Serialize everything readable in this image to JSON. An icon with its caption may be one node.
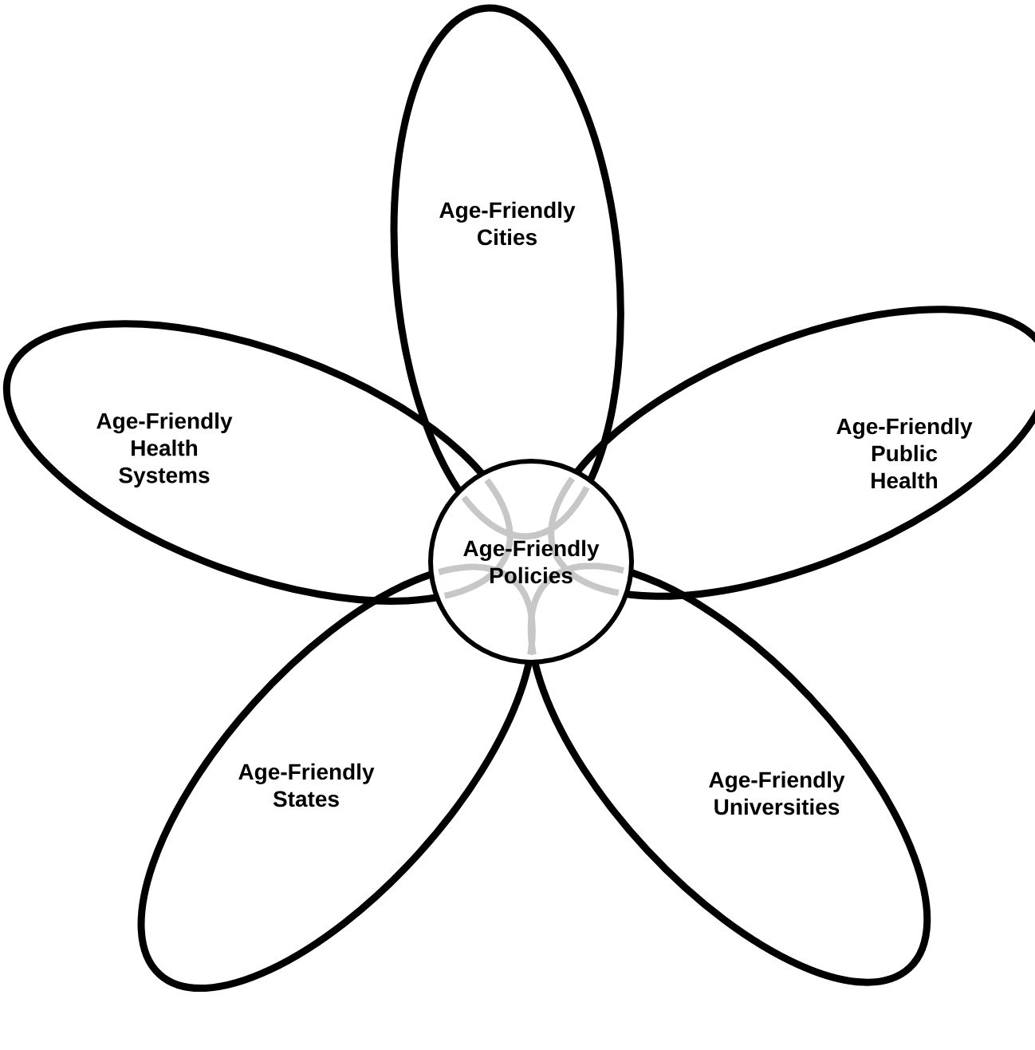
{
  "diagram": {
    "nodes": [
      {
        "text": [
          "Age-Friendly Cities"
        ]
      },
      {
        "text": [
          "Age-Friendly Health Systems"
        ]
      },
      {
        "text": [
          "Age-Friendly Public Health"
        ]
      },
      {
        "text": [
          "Age-Friendly Policies"
        ]
      },
      {
        "text": [
          "Age-Friendly States"
        ]
      },
      {
        "text": [
          "Age-Friendly Universities"
        ]
      }
    ]
  }
}
